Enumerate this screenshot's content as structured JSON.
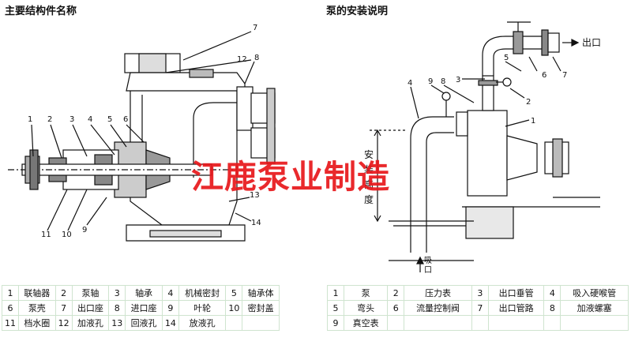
{
  "titles": {
    "left": "主要结构件名称",
    "right": "泵的安装说明"
  },
  "watermark": "江鹿泵业制造",
  "left_callouts": [
    "1",
    "2",
    "3",
    "4",
    "5",
    "6",
    "7",
    "12",
    "8",
    "11",
    "10",
    "9",
    "13",
    "14"
  ],
  "right_callouts": [
    "4",
    "9",
    "8",
    "3",
    "5",
    "6",
    "7",
    "2",
    "1"
  ],
  "right_annotations": {
    "outlet": "出口",
    "height_label": [
      "安",
      "装",
      "高",
      "度"
    ],
    "suction": [
      "吸",
      "口"
    ]
  },
  "legend_left": [
    [
      {
        "n": "1",
        "l": "联轴器"
      },
      {
        "n": "2",
        "l": "泵轴"
      },
      {
        "n": "3",
        "l": "轴承"
      },
      {
        "n": "4",
        "l": "机械密封"
      },
      {
        "n": "5",
        "l": "轴承体"
      }
    ],
    [
      {
        "n": "6",
        "l": "泵壳"
      },
      {
        "n": "7",
        "l": "出口座"
      },
      {
        "n": "8",
        "l": "进口座"
      },
      {
        "n": "9",
        "l": "叶轮"
      },
      {
        "n": "10",
        "l": "密封盖"
      }
    ],
    [
      {
        "n": "11",
        "l": "档水圈"
      },
      {
        "n": "12",
        "l": "加液孔"
      },
      {
        "n": "13",
        "l": "回液孔"
      },
      {
        "n": "14",
        "l": "放液孔"
      },
      {
        "n": "",
        "l": ""
      }
    ]
  ],
  "legend_right": [
    [
      {
        "n": "1",
        "l": "泵"
      },
      {
        "n": "2",
        "l": "压力表"
      },
      {
        "n": "3",
        "l": "出口垂管"
      },
      {
        "n": "4",
        "l": "吸入硬喉管"
      }
    ],
    [
      {
        "n": "5",
        "l": "弯头"
      },
      {
        "n": "6",
        "l": "流量控制阀"
      },
      {
        "n": "7",
        "l": "出口管路"
      },
      {
        "n": "8",
        "l": "加液螺塞"
      }
    ],
    [
      {
        "n": "9",
        "l": "真空表"
      },
      {
        "n": "",
        "l": ""
      },
      {
        "n": "",
        "l": ""
      },
      {
        "n": "",
        "l": ""
      }
    ]
  ],
  "colors": {
    "watermark": "#e8171b",
    "grid": "#cfe4cf",
    "line": "#111111"
  }
}
